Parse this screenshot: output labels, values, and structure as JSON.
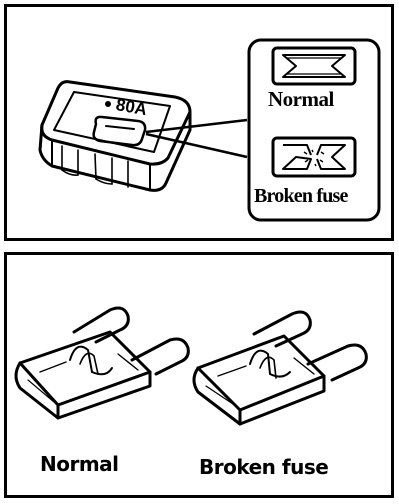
{
  "top_panel": {
    "fuse_rating": "80A",
    "legend": {
      "normal_label": "Normal",
      "broken_label": "Broken fuse"
    }
  },
  "bottom_panel": {
    "normal_label": "Normal",
    "broken_label": "Broken fuse"
  },
  "icons": [
    "blade-fuse-icon",
    "fuse-element-normal-icon",
    "fuse-element-broken-icon",
    "mini-blade-fuse-icon"
  ]
}
